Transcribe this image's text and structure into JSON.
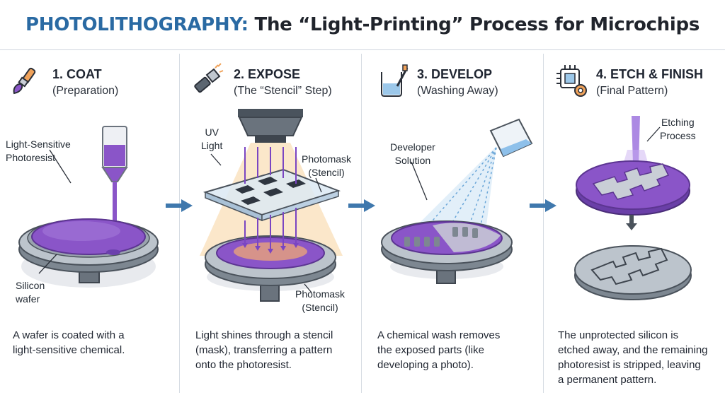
{
  "header": {
    "title_accent": "PHOTOLITHOGRAPHY:",
    "title_rest": "The “Light-Printing” Process for Microchips"
  },
  "steps": [
    {
      "title": "1. COAT",
      "subtitle": "(Preparation)",
      "icon": "paintbrush-icon",
      "labels": {
        "photoresist_1": "Light-Sensitive",
        "photoresist_2": "Photoresist",
        "silicon_1": "Silicon",
        "silicon_2": "wafer"
      },
      "caption": [
        "A wafer is coated with a",
        "light-sensitive chemical."
      ]
    },
    {
      "title": "2. EXPOSE",
      "subtitle": "(The “Stencil” Step)",
      "icon": "flashlight-icon",
      "labels": {
        "uv_1": "UV",
        "uv_2": "Light",
        "mask_top_1": "Photomask",
        "mask_top_2": "(Stencil)",
        "mask_bottom_1": "Photomask",
        "mask_bottom_2": "(Stencil)"
      },
      "caption": [
        "Light shines through a stencil",
        "(mask), transferring a pattern",
        "onto the photoresist."
      ]
    },
    {
      "title": "3. DEVELOP",
      "subtitle": "(Washing Away)",
      "icon": "beaker-brush-icon",
      "labels": {
        "developer_1": "Developer",
        "developer_2": "Solution"
      },
      "caption": [
        "A chemical wash removes",
        "the exposed parts (like",
        "developing a photo)."
      ]
    },
    {
      "title": "4. ETCH & FINISH",
      "subtitle": "(Final Pattern)",
      "icon": "chip-gear-icon",
      "labels": {
        "etching_1": "Etching",
        "etching_2": "Process"
      },
      "caption": [
        "The unprotected silicon is",
        "etched away, and the remaining",
        "photoresist is stripped, leaving",
        "a permanent pattern."
      ]
    }
  ],
  "colors": {
    "accent": "#2a6aa3",
    "photoresist": "#8a55c8",
    "metal": "#9aa4ae",
    "arrow": "#3f78ad",
    "uv_light": "#f3b35a"
  }
}
